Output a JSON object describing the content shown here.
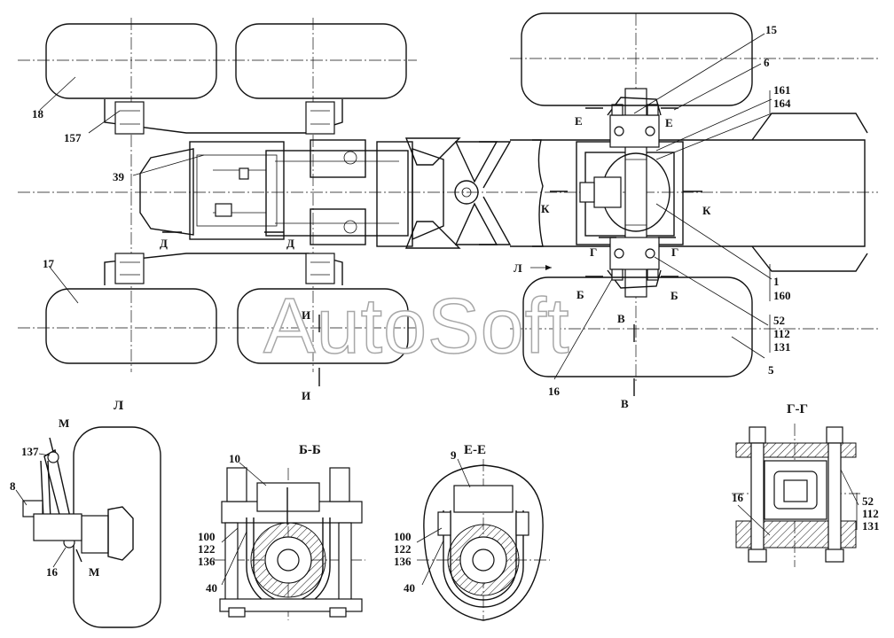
{
  "watermark": "AutoSoft",
  "views": {
    "L": "Л",
    "BB": "Б-Б",
    "EE": "Е-Е",
    "GG": "Г-Г"
  },
  "section_marks": {
    "E": "Е",
    "K": "К",
    "G": "Г",
    "B": "Б",
    "D": "Д",
    "I": "И",
    "V": "В",
    "L": "Л",
    "M": "М"
  },
  "callouts": {
    "c15": "15",
    "c6": "6",
    "c161": "161",
    "c164": "164",
    "c18": "18",
    "c157": "157",
    "c39": "39",
    "c17": "17",
    "c1": "1",
    "c160": "160",
    "c52": "52",
    "c112": "112",
    "c131": "131",
    "c5": "5",
    "c16": "16",
    "c137": "137",
    "c8": "8",
    "c10": "10",
    "c9": "9",
    "c100": "100",
    "c122": "122",
    "c136": "136",
    "c40": "40"
  }
}
